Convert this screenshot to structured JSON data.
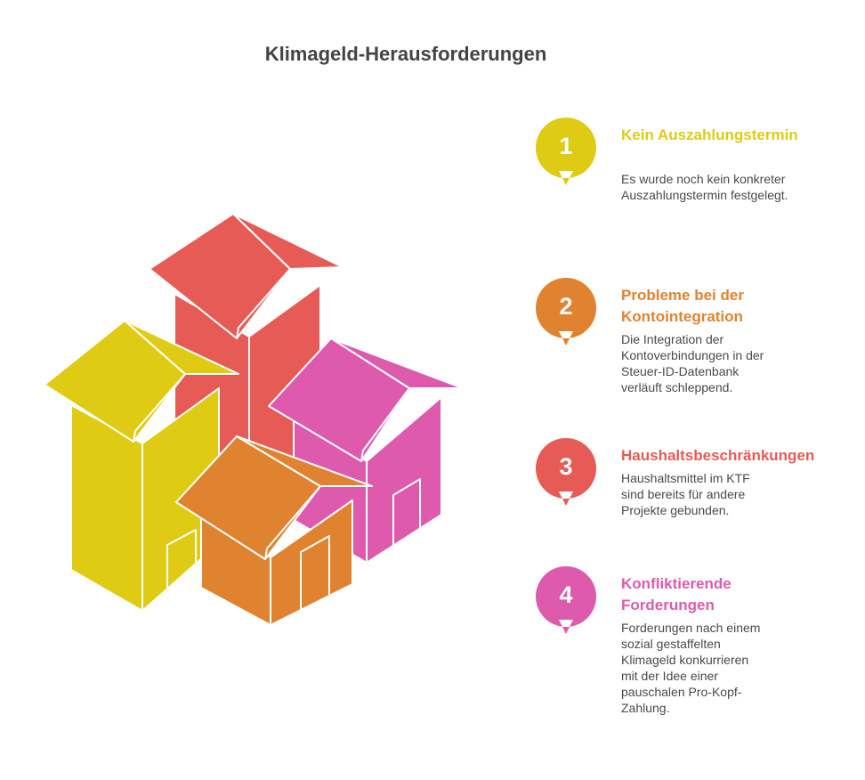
{
  "title": "Klimageld-Herausforderungen",
  "items": [
    {
      "number": "1",
      "title": "Kein Auszahlungstermin",
      "description": "Es wurde noch kein konkreter Auszahlungstermin festgelegt.",
      "color": "#DFCB14"
    },
    {
      "number": "2",
      "title": "Probleme bei der Kontointegration",
      "description": "Die Integration der Kontoverbindungen in der Steuer-ID-Datenbank verläuft schleppend.",
      "color": "#E08330"
    },
    {
      "number": "3",
      "title": "Haushaltsbeschränkungen",
      "description": "Haushaltsmittel im KTF sind bereits für andere Projekte gebunden.",
      "color": "#E65B55"
    },
    {
      "number": "4",
      "title": "Konfliktierende Forderungen",
      "description": "Forderungen nach einem sozial gestaffelten Klimageld konkurrieren mit der Idee einer pauschalen Pro-Kopf-Zahlung.",
      "color": "#DE5AAD"
    }
  ],
  "houses": [
    {
      "name": "red-house",
      "color": "#E65B55"
    },
    {
      "name": "yellow-house",
      "color": "#DFCB14"
    },
    {
      "name": "magenta-house",
      "color": "#DE5AAD"
    },
    {
      "name": "orange-house",
      "color": "#E08330"
    }
  ]
}
